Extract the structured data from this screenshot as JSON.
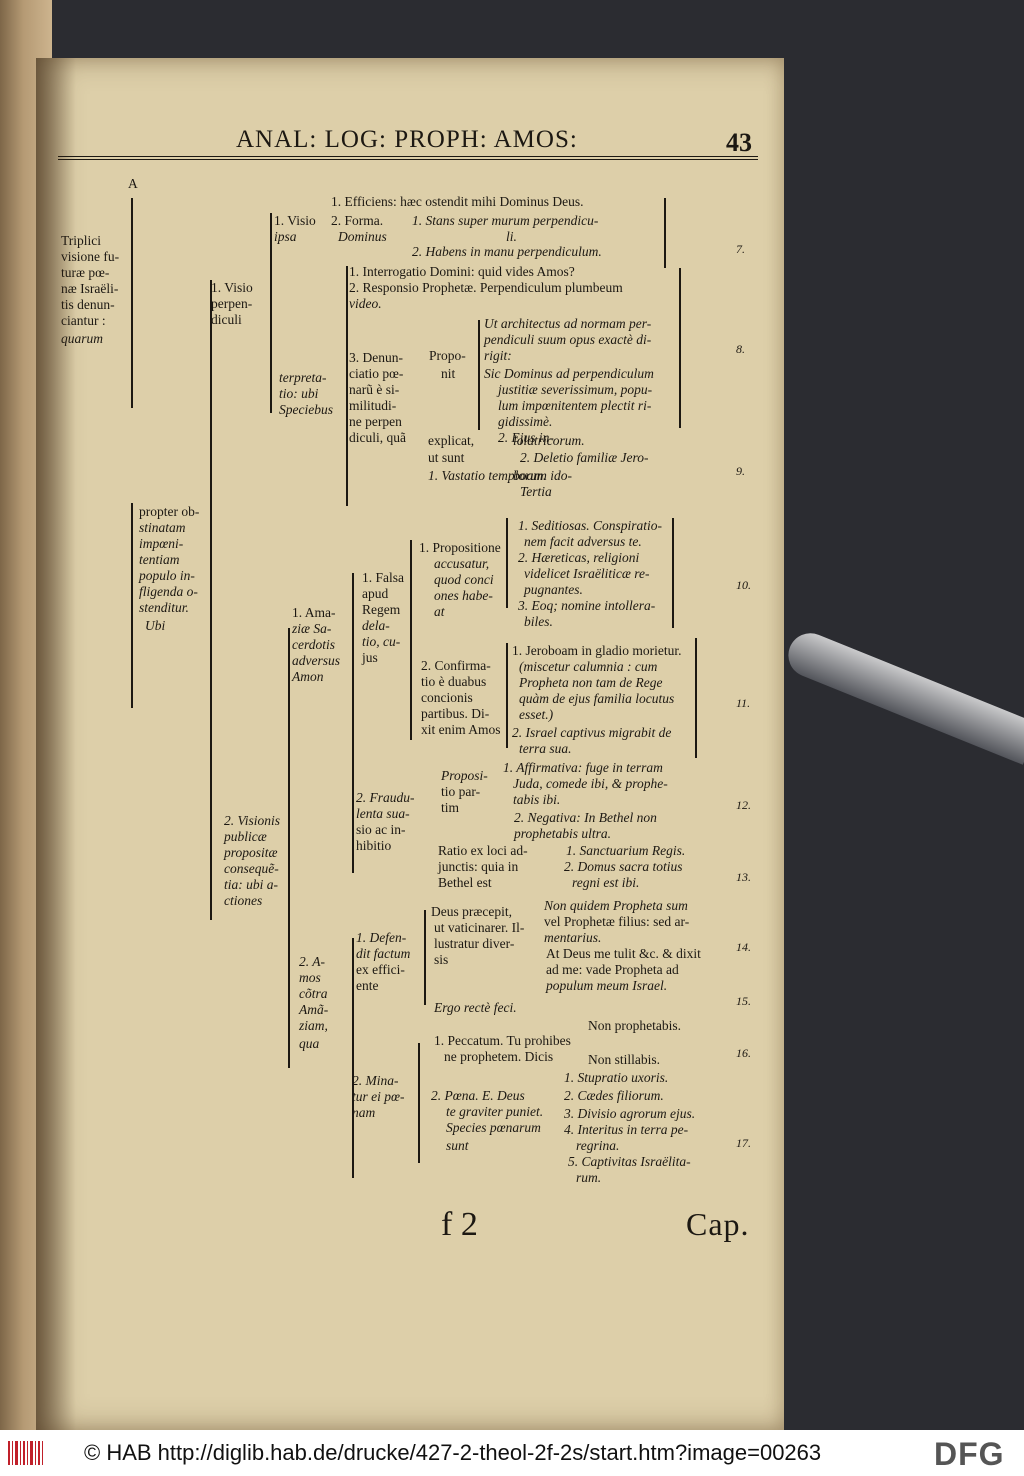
{
  "page": {
    "running_head": "ANAL: LOG: PROPH: AMOS:",
    "page_number": "43",
    "signature": "f 2",
    "catchword": "Cap."
  },
  "lines": [
    "A",
    "Triplici",
    "visione fu-",
    "turæ pœ-",
    "næ Israëli-",
    "tis denun-",
    "ciantur :",
    "quarum",
    "1. Efficiens: hæc ostendit mihi Dominus Deus.",
    "1. Visio",
    "ipsa",
    "2. Forma.",
    "Dominus",
    "1. Stans super murum perpendicu-",
    "li.",
    "2. Habens in manu perpendiculum.",
    "1. Interrogatio Domini: quid vides Amos?",
    "1. Visio",
    "perpen-",
    "diculi",
    "2. Responsio Prophetæ. Perpendiculum plumbeum",
    "video.",
    "Ut architectus ad normam per-",
    "pendiculi suum opus exactè di-",
    "rigit:",
    "3. Denun-",
    "ciatio pœ-",
    "narũ è si-",
    "militudi-",
    "ne perpen",
    "diculi, quã",
    "Propo-",
    "nit",
    "Sic Dominus ad perpendiculum",
    "justitiæ severissimum, popu-",
    "lum impœnitentem plectit ri-",
    "gidissimè.",
    "2. Ejus in-",
    "terpreta-",
    "tio: ubi",
    "Speciebus",
    "explicat,",
    "ut sunt",
    "1. Vastatio templorum ido-",
    "lolatricorum.",
    "2. Deletio familiæ Jero-",
    "boam.",
    "Tertia",
    "propter ob-",
    "stinatam",
    "impœni-",
    "tentiam",
    "populo in-",
    "fligenda o-",
    "stenditur.",
    "Ubi",
    "1. Propositione",
    "accusatur,",
    "quod conci",
    "ones habe-",
    "at",
    "1. Seditiosas. Conspiratio-",
    "nem facit adversus te.",
    "2. Hæreticas, religioni",
    "videlicet Israëliticæ re-",
    "pugnantes.",
    "3. Eoq; nomine intollera-",
    "biles.",
    "1. Falsa",
    "apud",
    "Regem",
    "dela-",
    "tio, cu-",
    "jus",
    "1. Ama-",
    "ziæ Sa-",
    "cerdotis",
    "adversus",
    "Amon",
    "2. Confirma-",
    "tio è duabus",
    "concionis",
    "partibus. Di-",
    "xit enim Amos",
    "1. Jeroboam in gladio morietur.",
    "(miscetur calumnia : cum",
    "Propheta non tam de Rege",
    "quàm de ejus familia locutus",
    "esset.)",
    "2. Israel captivus migrabit de",
    "terra sua.",
    "1. Affirmativa: fuge in terram",
    "Juda, comede ibi, & prophe-",
    "tabis ibi.",
    "Proposi-",
    "tio par-",
    "tim",
    "2. Negativa: In Bethel non",
    "prophetabis ultra.",
    "2. Fraudu-",
    "lenta sua-",
    "sio ac in-",
    "hibitio",
    "Ratio ex loci ad-",
    "junctis: quia in",
    "Bethel est",
    "1. Sanctuarium Regis.",
    "2. Domus sacra totius",
    "regni est ibi.",
    "2. Visionis",
    "publicæ",
    "propositæ",
    "consequẽ-",
    "tia: ubi a-",
    "ctiones",
    "Deus præcepit,",
    "ut vaticinarer. Il-",
    "lustratur diver-",
    "sis",
    "Non quidem Propheta sum",
    "vel Prophetæ filius: sed ar-",
    "mentarius.",
    "1. Defen-",
    "dit factum",
    "ex effici-",
    "ente",
    "At Deus me tulit &c. & dixit",
    "ad me: vade Propheta ad",
    "populum meum Israel.",
    "Ergo rectè feci.",
    "2. A-",
    "mos",
    "cõtra",
    "Amã-",
    "ziam,",
    "qua",
    "1. Peccatum. Tu prohibes",
    "ne prophetem. Dicis",
    "Non prophetabis.",
    "Non stillabis.",
    "2. Mina-",
    "tur ei pœ-",
    "nam",
    "2. Pœna. E. Deus",
    "te graviter puniet.",
    "Species pœnarum",
    "sunt",
    "1. Stupratio uxoris.",
    "2. Cædes filiorum.",
    "3. Divisio agrorum ejus.",
    "4. Interitus in terra pe-",
    "regrina.",
    "5. Captivitas Israëlita-",
    "rum."
  ],
  "verse_numbers": [
    "7.",
    "8.",
    "9.",
    "10.",
    "11.",
    "12.",
    "13.",
    "14.",
    "15.",
    "16.",
    "17."
  ],
  "footer": {
    "text": "© HAB http://diglib.hab.de/drucke/427-2-theol-2f-2s/start.htm?image=00263",
    "logo": "DFG"
  }
}
